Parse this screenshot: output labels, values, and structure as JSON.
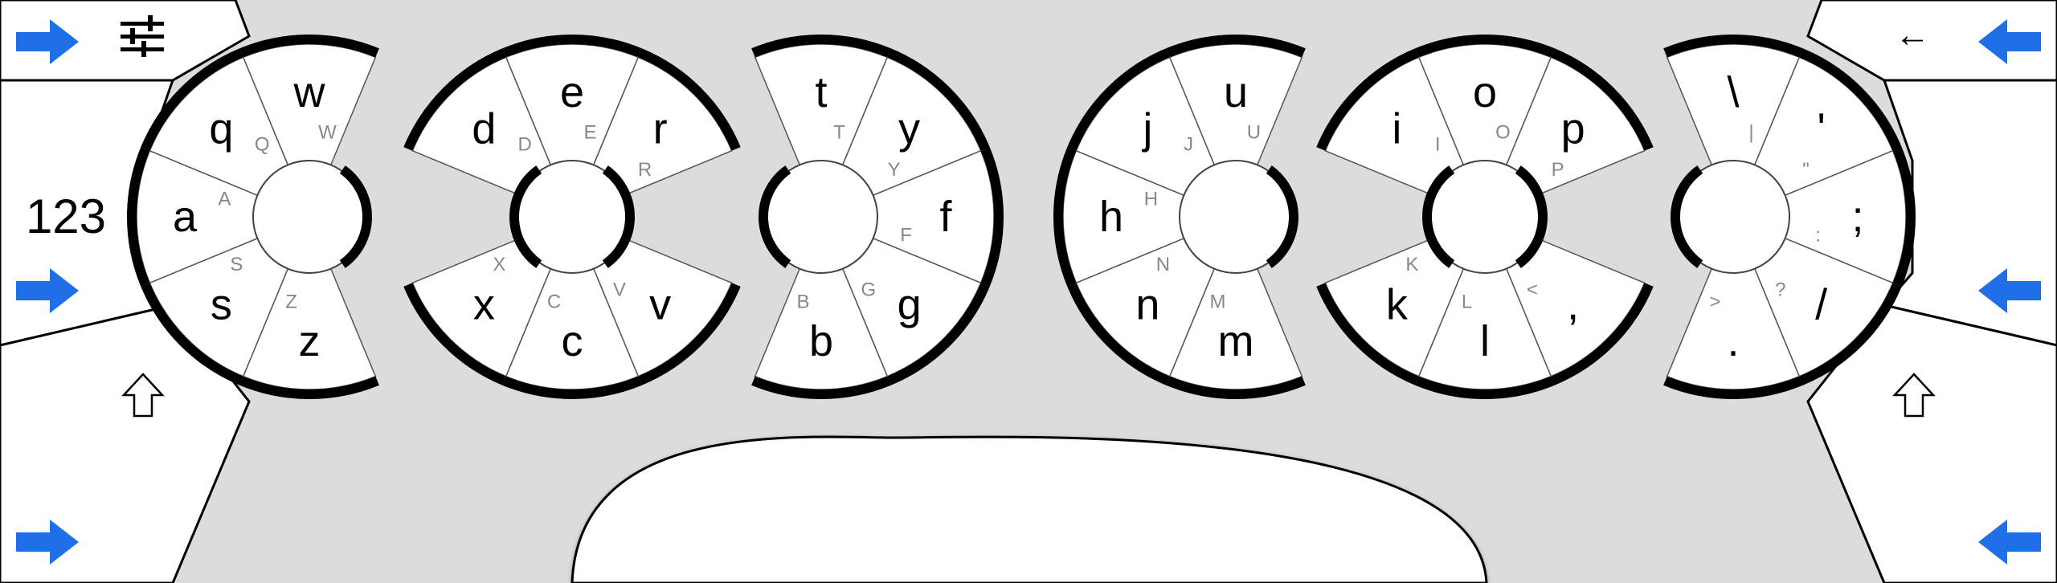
{
  "left_panel": {
    "settings_icon": "sliders-icon",
    "numbers_label": "123",
    "shift_icon": "shift-up-icon",
    "arrow_icon": "blue-arrow-right-icon"
  },
  "right_panel": {
    "backspace_icon": "backspace-arrow-icon",
    "backspace_label": "←",
    "shift_icon": "shift-up-icon",
    "arrow_icon": "blue-arrow-left-icon"
  },
  "colors": {
    "background": "#dcdcdc",
    "arrow": "#1f6fe8",
    "key_fill": "#ffffff",
    "ring": "#000000"
  },
  "wheels": [
    {
      "id": "wheel-1",
      "keys": [
        {
          "main": "w",
          "sub": "W"
        },
        {
          "main": "",
          "sub": ""
        },
        {
          "main": "",
          "sub": ""
        },
        {
          "main": "",
          "sub": ""
        },
        {
          "main": "z",
          "sub": "Z"
        },
        {
          "main": "s",
          "sub": "S"
        },
        {
          "main": "a",
          "sub": "A"
        },
        {
          "main": "q",
          "sub": "Q"
        }
      ]
    },
    {
      "id": "wheel-2",
      "keys": [
        {
          "main": "e",
          "sub": "E"
        },
        {
          "main": "r",
          "sub": "R"
        },
        {
          "main": "",
          "sub": ""
        },
        {
          "main": "v",
          "sub": "V"
        },
        {
          "main": "c",
          "sub": "C"
        },
        {
          "main": "x",
          "sub": "X"
        },
        {
          "main": "",
          "sub": ""
        },
        {
          "main": "d",
          "sub": "D"
        }
      ]
    },
    {
      "id": "wheel-3",
      "keys": [
        {
          "main": "t",
          "sub": "T"
        },
        {
          "main": "y",
          "sub": "Y"
        },
        {
          "main": "f",
          "sub": "F"
        },
        {
          "main": "g",
          "sub": "G"
        },
        {
          "main": "b",
          "sub": "B"
        },
        {
          "main": "",
          "sub": ""
        },
        {
          "main": "",
          "sub": ""
        },
        {
          "main": "",
          "sub": ""
        }
      ]
    },
    {
      "id": "wheel-4",
      "keys": [
        {
          "main": "u",
          "sub": "U"
        },
        {
          "main": "",
          "sub": ""
        },
        {
          "main": "",
          "sub": ""
        },
        {
          "main": "",
          "sub": ""
        },
        {
          "main": "m",
          "sub": "M"
        },
        {
          "main": "n",
          "sub": "N"
        },
        {
          "main": "h",
          "sub": "H"
        },
        {
          "main": "j",
          "sub": "J"
        }
      ]
    },
    {
      "id": "wheel-5",
      "keys": [
        {
          "main": "o",
          "sub": "O"
        },
        {
          "main": "p",
          "sub": "P"
        },
        {
          "main": "",
          "sub": ""
        },
        {
          "main": ",",
          "sub": "<"
        },
        {
          "main": "l",
          "sub": "L"
        },
        {
          "main": "k",
          "sub": "K"
        },
        {
          "main": "",
          "sub": ""
        },
        {
          "main": "i",
          "sub": "I"
        }
      ]
    },
    {
      "id": "wheel-6",
      "keys": [
        {
          "main": "\\",
          "sub": "|"
        },
        {
          "main": "'",
          "sub": "\""
        },
        {
          "main": ";",
          "sub": ":"
        },
        {
          "main": "/",
          "sub": "?"
        },
        {
          "main": ".",
          "sub": ">"
        },
        {
          "main": "",
          "sub": ""
        },
        {
          "main": "",
          "sub": ""
        },
        {
          "main": "",
          "sub": ""
        }
      ]
    }
  ],
  "spacebar": {
    "label": ""
  }
}
